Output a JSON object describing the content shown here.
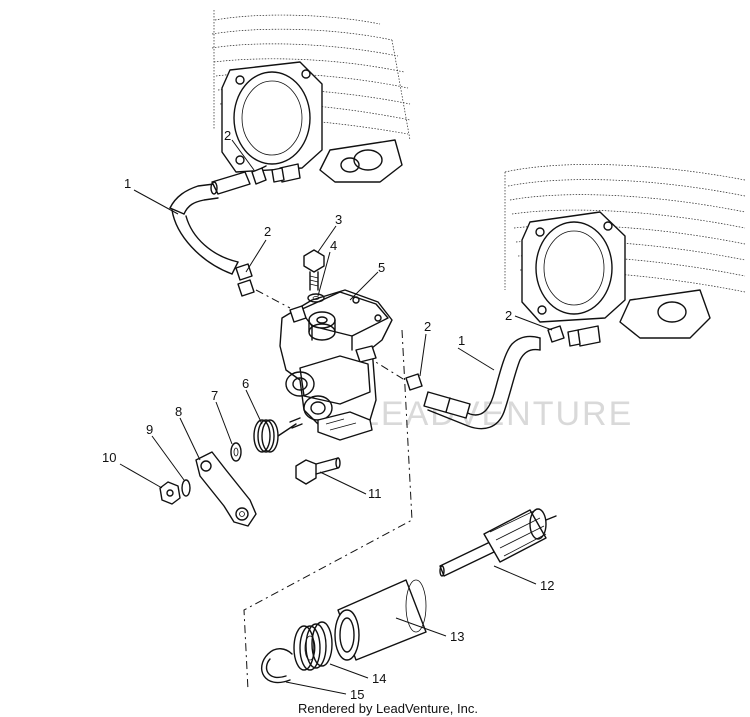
{
  "watermark": "LEADVENTURE",
  "credit": "Rendered by LeadVenture, Inc.",
  "callouts": [
    {
      "id": "c1a",
      "label": "1"
    },
    {
      "id": "c1b",
      "label": "1"
    },
    {
      "id": "c2a",
      "label": "2"
    },
    {
      "id": "c2b",
      "label": "2"
    },
    {
      "id": "c2c",
      "label": "2"
    },
    {
      "id": "c2d",
      "label": "2"
    },
    {
      "id": "c3",
      "label": "3"
    },
    {
      "id": "c4",
      "label": "4"
    },
    {
      "id": "c5",
      "label": "5"
    },
    {
      "id": "c6",
      "label": "6"
    },
    {
      "id": "c7",
      "label": "7"
    },
    {
      "id": "c8",
      "label": "8"
    },
    {
      "id": "c9",
      "label": "9"
    },
    {
      "id": "c10",
      "label": "10"
    },
    {
      "id": "c11",
      "label": "11"
    },
    {
      "id": "c12",
      "label": "12"
    },
    {
      "id": "c13",
      "label": "13"
    },
    {
      "id": "c14",
      "label": "14"
    },
    {
      "id": "c15",
      "label": "15"
    }
  ]
}
